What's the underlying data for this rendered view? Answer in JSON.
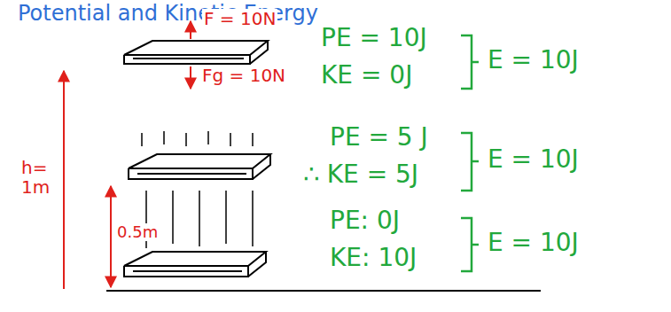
{
  "diagram": {
    "title": "Potential and Kinetic Energy",
    "labels": [
      "F = 10N",
      "Fg = 10N",
      "h= 1m",
      "0.5m",
      "PE = 10J",
      "KE = 0J",
      "E = 10J",
      "PE = 5 J",
      "∴ KE = 5J",
      "E = 10J",
      "PE: 0J",
      "KE: 10J",
      "E = 10J"
    ]
  }
}
